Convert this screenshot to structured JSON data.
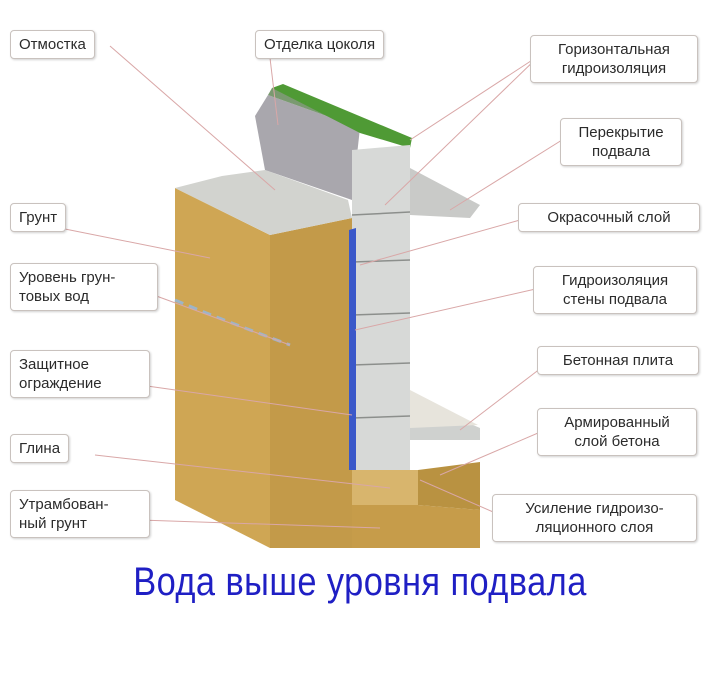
{
  "labels": {
    "otmostka": "Отмостка",
    "otdelka": "Отделка цоколя",
    "horiz": "Горизонтальная\nгидроизоляция",
    "perekrytie": "Перекрытие\nподвала",
    "grunt": "Грунт",
    "okras": "Окрасочный слой",
    "uroven": "Уровень грун-\nтовых вод",
    "gidro_steny": "Гидроизоляция\nстены подвала",
    "zaschit": "Защитное\nограждение",
    "plita": "Бетонная плита",
    "armir": "Армированный\nслой бетона",
    "glina": "Глина",
    "utramb": "Утрамбован-\nный грунт",
    "usilenie": "Усиление гидроизо-\nляционного слоя"
  },
  "caption": "Вода выше уровня подвала",
  "colors": {
    "soil": "#cfa654",
    "soil_dark": "#b48a3c",
    "concrete": "#d7d9d7",
    "concrete_dark": "#b9bbb9",
    "green": "#4f9a35",
    "blue": "#3a58c9",
    "caption": "#1f1fc4"
  }
}
